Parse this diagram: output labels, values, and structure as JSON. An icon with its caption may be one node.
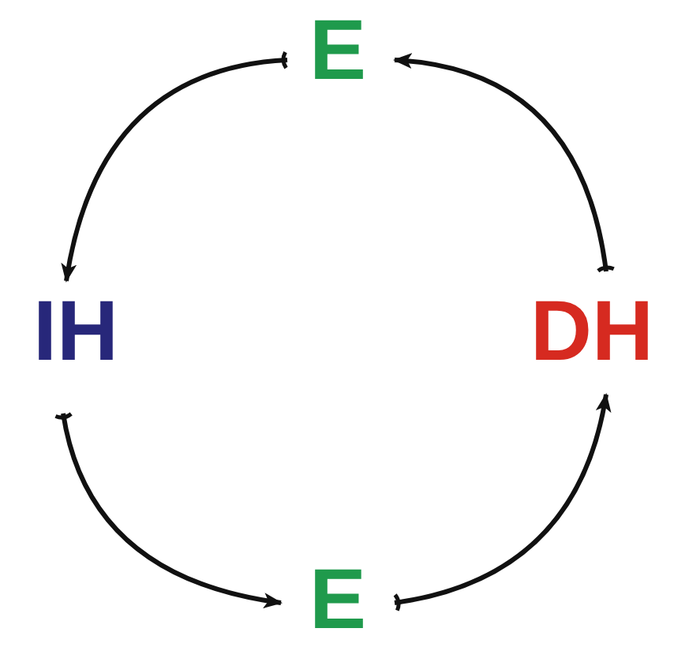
{
  "diagram": {
    "nodes": [
      {
        "text": [
          "E"
        ]
      },
      {
        "text": [
          "IH"
        ]
      },
      {
        "text": [
          "DH"
        ]
      },
      {
        "text": [
          "E"
        ]
      }
    ],
    "edges": [
      {
        "from": 0,
        "to": 1,
        "arrow": "to"
      },
      {
        "from": 1,
        "to": 3,
        "arrow": "to"
      },
      {
        "from": 3,
        "to": 2,
        "arrow": "to"
      },
      {
        "from": 2,
        "to": 0,
        "arrow": "to"
      }
    ]
  }
}
